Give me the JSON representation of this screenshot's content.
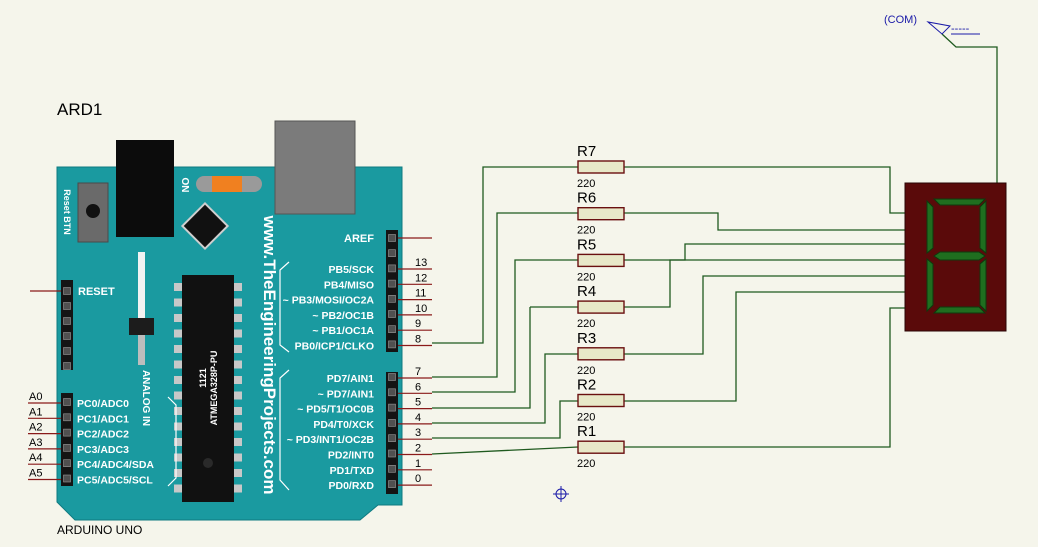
{
  "arduino": {
    "ref": "ARD1",
    "type": "ARDUINO UNO",
    "website": "www.TheEngineeringProjects.com",
    "reset_btn": "Reset BTN",
    "on_label": "ON",
    "chip_code": "1121",
    "chip_name": "ATMEGA328P-PU",
    "analog_in": "ANALOG IN",
    "reset_pin": "RESET",
    "aref": "AREF",
    "upper_header": [
      {
        "label": "PB5/SCK",
        "num": "13"
      },
      {
        "label": "PB4/MISO",
        "num": "12"
      },
      {
        "label": "~ PB3/MOSI/OC2A",
        "num": "11"
      },
      {
        "label": "~ PB2/OC1B",
        "num": "10"
      },
      {
        "label": "~ PB1/OC1A",
        "num": "9"
      },
      {
        "label": "PB0/ICP1/CLKO",
        "num": "8"
      }
    ],
    "lower_header": [
      {
        "label": "PD7/AIN1",
        "num": "7"
      },
      {
        "label": "~ PD7/AIN1",
        "num": "6"
      },
      {
        "label": "~ PD5/T1/OC0B",
        "num": "5"
      },
      {
        "label": "PD4/T0/XCK",
        "num": "4"
      },
      {
        "label": "~ PD3/INT1/OC2B",
        "num": "3"
      },
      {
        "label": "PD2/INT0",
        "num": "2"
      },
      {
        "label": "PD1/TXD",
        "num": "1"
      },
      {
        "label": "PD0/RXD",
        "num": "0"
      }
    ],
    "analog_pins": [
      {
        "label": "PC0/ADC0",
        "num": "A0"
      },
      {
        "label": "PC1/ADC1",
        "num": "A1"
      },
      {
        "label": "PC2/ADC2",
        "num": "A2"
      },
      {
        "label": "PC3/ADC3",
        "num": "A3"
      },
      {
        "label": "PC4/ADC4/SDA",
        "num": "A4"
      },
      {
        "label": "PC5/ADC5/SCL",
        "num": "A5"
      }
    ]
  },
  "resistors": [
    {
      "ref": "R7",
      "value": "220"
    },
    {
      "ref": "R6",
      "value": "220"
    },
    {
      "ref": "R5",
      "value": "220"
    },
    {
      "ref": "R4",
      "value": "220"
    },
    {
      "ref": "R3",
      "value": "220"
    },
    {
      "ref": "R2",
      "value": "220"
    },
    {
      "ref": "R1",
      "value": "220"
    }
  ],
  "terminal": {
    "label": "(COM)",
    "value": "-----"
  },
  "colors": {
    "board": "#1a9aa0",
    "wire": "#1f5a1f",
    "display_bg": "#5a0a0a",
    "segment": "#1f6e1f",
    "label_blue": "#1a1aa8"
  }
}
